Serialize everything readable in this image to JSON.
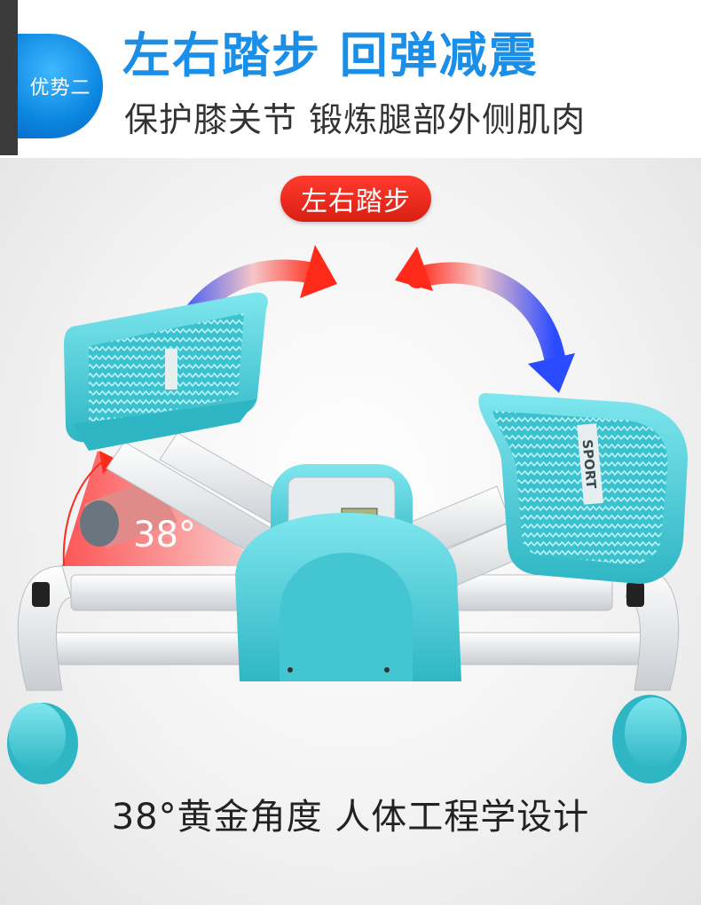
{
  "header": {
    "badge": "优势二",
    "headline": "左右踏步 回弹减震",
    "subline": "保护膝关节  锻炼腿部外侧肌肉"
  },
  "stage": {
    "pill_label": "左右踏步",
    "angle_label": "38°",
    "pedal_brand": "SPORT",
    "caption": "38°黄金角度  人体工程学设计"
  },
  "colors": {
    "accent_blue": "#1b8ee8",
    "product_cyan": "#54d2dc",
    "badge_red": "#e2261a"
  }
}
